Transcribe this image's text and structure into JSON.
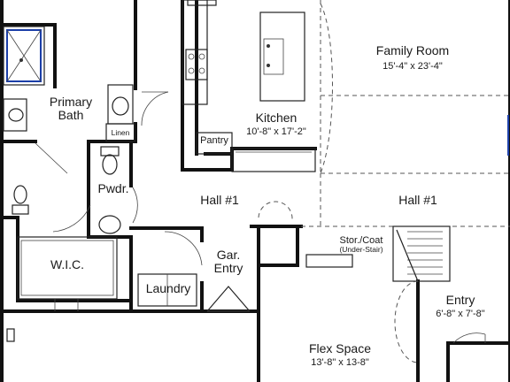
{
  "rooms": {
    "family_room": {
      "name": "Family Room",
      "dims": "15'-4\" x 23'-4\""
    },
    "kitchen": {
      "name": "Kitchen",
      "dims": "10'-8\" x 17'-2\""
    },
    "pantry": {
      "name": "Pantry"
    },
    "primary_bath": {
      "line1": "Primary",
      "line2": "Bath"
    },
    "linen": {
      "name": "Linen"
    },
    "powder": {
      "name": "Pwdr."
    },
    "hall_left": {
      "name": "Hall #1"
    },
    "hall_right": {
      "name": "Hall #1"
    },
    "storage": {
      "line1": "Stor./Coat",
      "line2": "(Under-Stair)"
    },
    "wic": {
      "name": "W.I.C."
    },
    "garage_entry": {
      "line1": "Gar.",
      "line2": "Entry"
    },
    "laundry": {
      "name": "Laundry"
    },
    "entry": {
      "name": "Entry",
      "dims": "6'-8\" x 7'-8\""
    },
    "flex_space": {
      "name": "Flex Space",
      "dims": "13'-8\" x 13-8\""
    }
  },
  "colors": {
    "wall": "#111111",
    "window": "#1b3ea8",
    "shower_glass": "#1b3ea8"
  }
}
